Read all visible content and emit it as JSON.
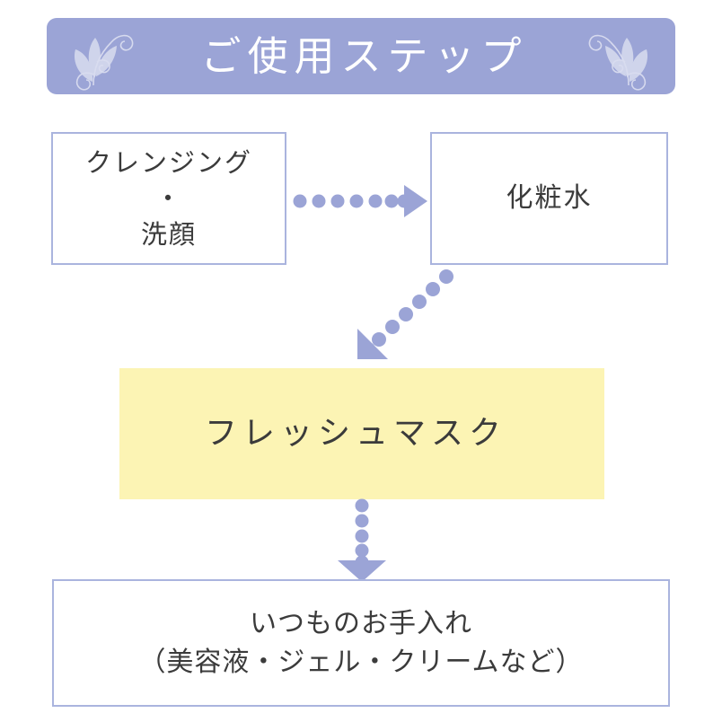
{
  "header": {
    "title": "ご使用ステップ",
    "background_color": "#9ba4d6",
    "text_color": "#ffffff",
    "ornament_left": "floral-flourish-ornament",
    "ornament_right": "floral-flourish-ornament-mirrored"
  },
  "theme": {
    "accent_color": "#9ba4d6",
    "box_border_color": "#aab4de",
    "highlight_color": "#fcf4b4",
    "text_color": "#3b3b3b",
    "page_background": "#ffffff"
  },
  "steps": [
    {
      "id": "cleansing",
      "order": 1,
      "label": "クレンジング\n・\n洗顔",
      "highlighted": false
    },
    {
      "id": "toner",
      "order": 2,
      "label": "化粧水",
      "highlighted": false
    },
    {
      "id": "fresh-mask",
      "order": 3,
      "label": "フレッシュマスク",
      "highlighted": true
    },
    {
      "id": "routine-care",
      "order": 4,
      "label": "いつものお手入れ\n（美容液・ジェル・クリームなど）",
      "highlighted": false
    }
  ],
  "connectors": [
    {
      "id": "cleansing-to-toner",
      "direction": "right",
      "style": "dotted",
      "dot_count": 8,
      "color": "#9ba4d6"
    },
    {
      "id": "toner-to-mask",
      "direction": "down-left",
      "style": "dotted",
      "dot_count": 7,
      "color": "#9ba4d6"
    },
    {
      "id": "mask-to-routine",
      "direction": "down",
      "style": "dotted",
      "dot_count": 5,
      "color": "#9ba4d6"
    }
  ]
}
